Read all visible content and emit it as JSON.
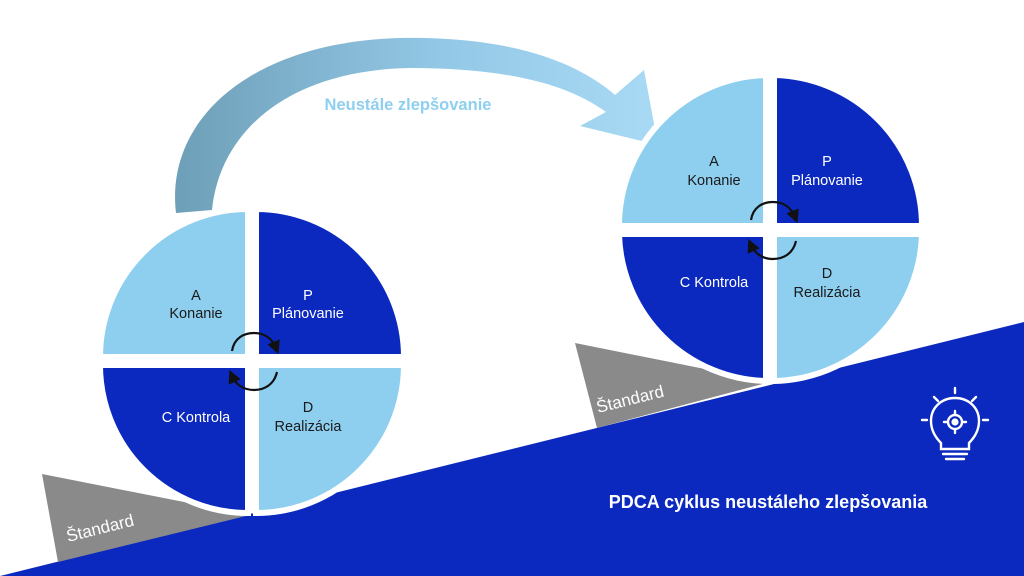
{
  "arrow_label": "Neustále zlepšovanie",
  "caption": "PDCA cyklus neustáleho zlepšovania",
  "wedge_label": "Štandard",
  "cycles": [
    {
      "a_letter": "A",
      "a_name": "Konanie",
      "p_letter": "P",
      "p_name": "Plánovanie",
      "c_label": "C Kontrola",
      "d_letter": "D",
      "d_name": "Realizácia"
    },
    {
      "a_letter": "A",
      "a_name": "Konanie",
      "p_letter": "P",
      "p_name": "Plánovanie",
      "c_label": "C Kontrola",
      "d_letter": "D",
      "d_name": "Realizácia"
    }
  ],
  "colors": {
    "dark_blue": "#0b29be",
    "light_blue": "#8ecff0",
    "arrow_dark": "#6e9fb8",
    "arrow_light": "#a9daf5",
    "wedge": "#8a8a8a",
    "text_dark": "#1a1a1a",
    "text_light": "#ffffff"
  },
  "icons": {
    "lightbulb": "lightbulb-gear-icon",
    "cycle": "circular-arrows-icon"
  }
}
